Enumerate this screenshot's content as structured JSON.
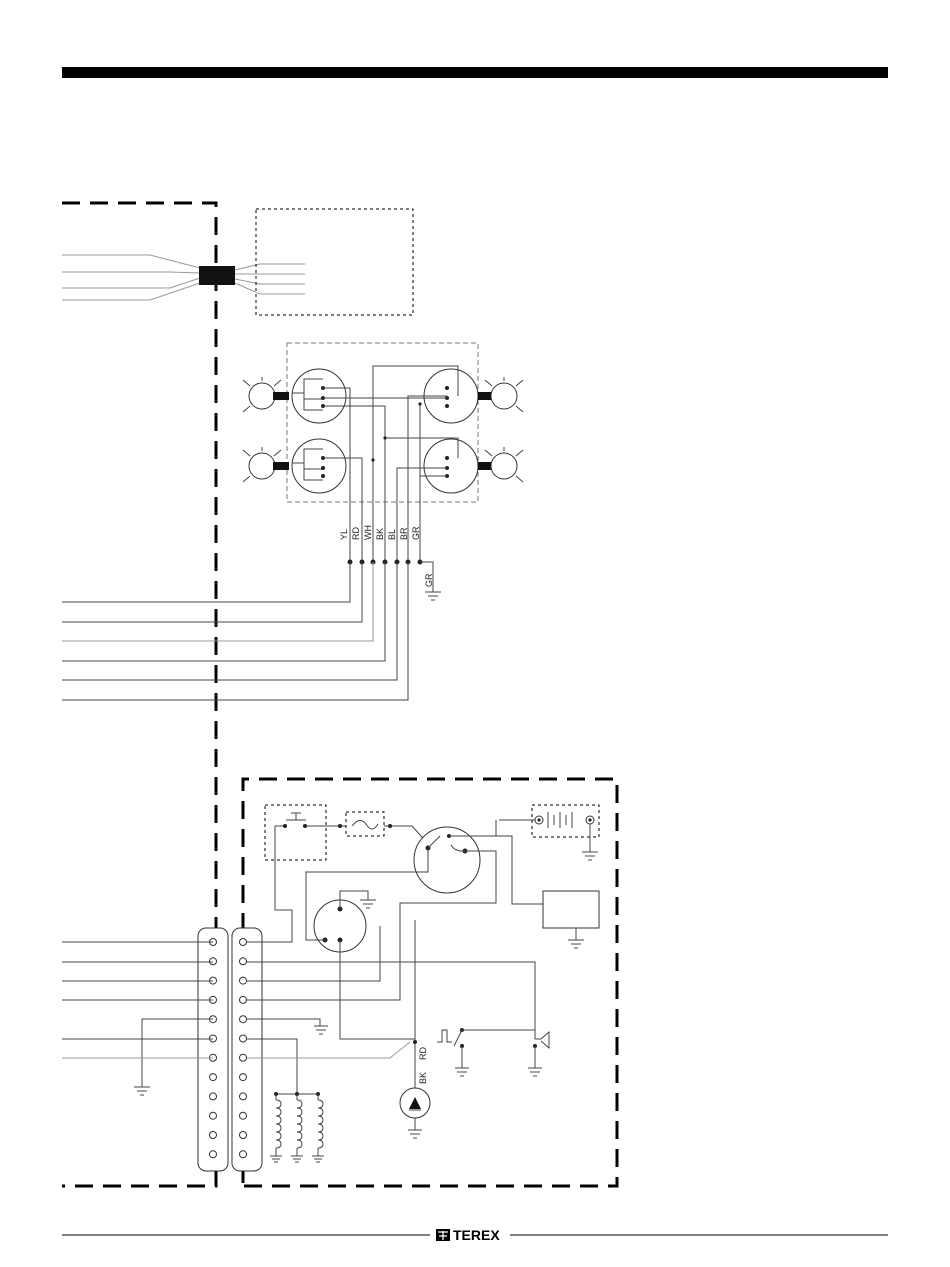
{
  "wire_labels": {
    "yl": "YL",
    "rd": "RD",
    "wh": "WH",
    "bk": "BK",
    "bl": "BL",
    "br": "BR",
    "gr": "GR",
    "gr_ground": "GR",
    "rd_lower": "RD",
    "bk_lower": "BK"
  },
  "footer": {
    "brand": "TEREX"
  },
  "colors": {
    "ink": "#000000",
    "wire": "#444444",
    "light_wire": "#999999"
  }
}
